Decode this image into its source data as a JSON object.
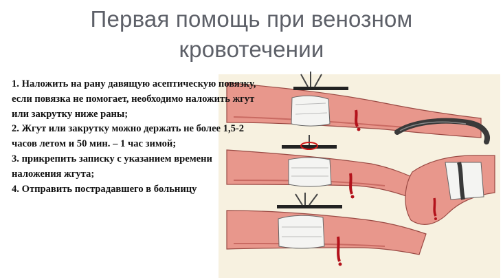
{
  "title": {
    "line1": "Первая помощь при венозном",
    "line2": "кровотечении"
  },
  "steps": [
    "1. Наложить на рану давящую асептическую повязку, если повязка не помогает, необходимо наложить жгут или закрутку ниже раны;",
    "2. Жгут или закрутку можно держать не более 1,5-2 часов летом и 50 мин. – 1 час зимой;",
    "3. прикрепить записку с указанием времени наложения жгута;",
    "4. Отправить пострадавшего в больницу"
  ],
  "colors": {
    "title": "#5d6068",
    "skin": "#e8978c",
    "skin_shadow": "#c96a62",
    "blood": "#b3121b",
    "bandage": "#f4f4f2",
    "panel": "#f7f1e0"
  },
  "illustrations": [
    "arm-with-twist-tourniquet-top",
    "arm-with-twist-tourniquet-middle",
    "arm-with-twist-tourniquet-bottom",
    "rubber-tourniquet",
    "leg-with-rubber-tourniquet"
  ]
}
